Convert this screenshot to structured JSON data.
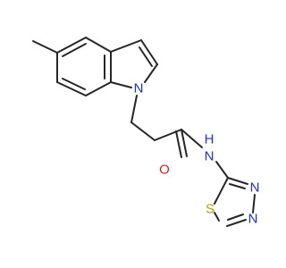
{
  "molecule": {
    "atoms": {
      "indole_n": "N",
      "amide_o": "O",
      "amide_nh": "H",
      "amide_n": "N",
      "thiadiazole_s": "S",
      "thiadiazole_n3": "N",
      "thiadiazole_n4": "N"
    }
  },
  "colors": {
    "bond": "#262626",
    "nitrogen": "#1a2fe6",
    "oxygen": "#e61a1a",
    "sulfur": "#b3a300",
    "carbon": "#262626"
  }
}
